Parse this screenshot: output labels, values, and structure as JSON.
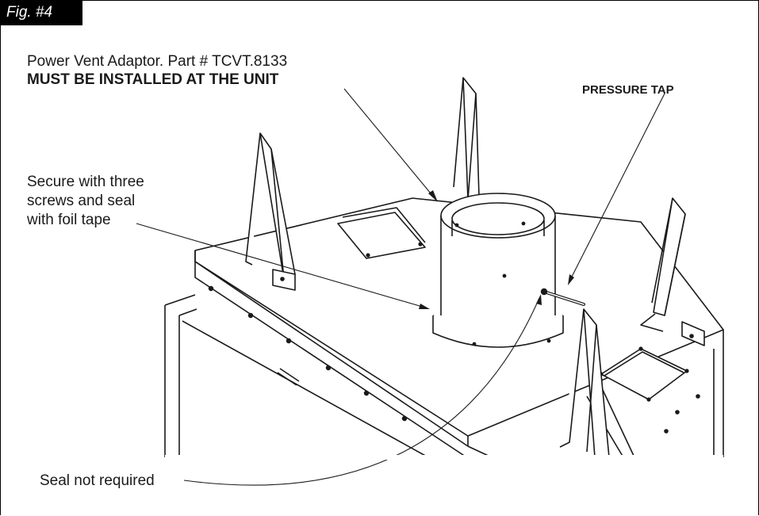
{
  "figure": {
    "tag": "Fig. #4"
  },
  "callouts": {
    "adaptor_line1": "Power Vent Adaptor. Part # TCVT.8133",
    "adaptor_line2": "MUST BE INSTALLED AT THE UNIT",
    "pressure_tap": "PRESSURE TAP",
    "secure_line1": "Secure with three",
    "secure_line2": "screws and seal",
    "secure_line3": "with foil tape",
    "seal": "Seal not required"
  },
  "colors": {
    "ink": "#1a1a1a",
    "tag_background": "#000000",
    "tag_text": "#ffffff"
  }
}
